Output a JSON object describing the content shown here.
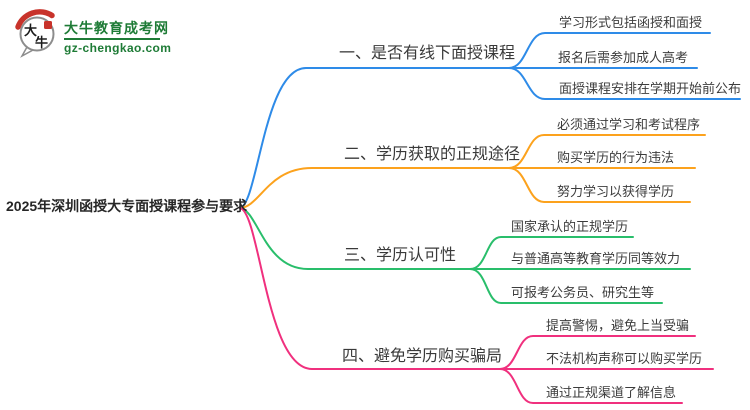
{
  "site": {
    "name": "大牛教育成考网",
    "domain": "gz-chengkao.com",
    "icon_char_top": "大",
    "icon_char_bottom": "牛",
    "brand_green": "#1E7B36",
    "brand_red": "#C8332B"
  },
  "root": {
    "label": "2025年深圳函授大专面授课程参与要求"
  },
  "branches": [
    {
      "label": "一、是否有线下面授课程",
      "color": "#2E8BE8",
      "leaves": [
        "学习形式包括函授和面授",
        "报名后需参加成人高考",
        "面授课程安排在学期开始前公布"
      ]
    },
    {
      "label": "二、学历获取的正规途径",
      "color": "#FCA21D",
      "leaves": [
        "必须通过学习和考试程序",
        "购买学历的行为违法",
        "努力学习以获得学历"
      ]
    },
    {
      "label": "三、学历认可性",
      "color": "#29BE6B",
      "leaves": [
        "国家承认的正规学历",
        "与普通高等教育学历同等效力",
        "可报考公务员、研究生等"
      ]
    },
    {
      "label": "四、避免学历购买骗局",
      "color": "#F0307E",
      "leaves": [
        "提高警惕，避免上当受骗",
        "不法机构声称可以购买学历",
        "通过正规渠道了解信息"
      ]
    }
  ]
}
